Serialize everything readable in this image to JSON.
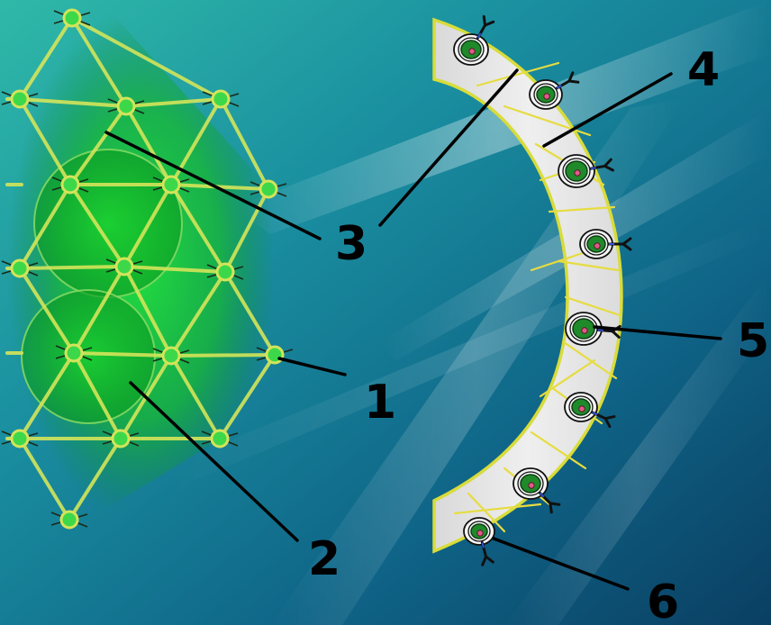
{
  "callouts": {
    "1": "1",
    "2": "2",
    "3": "3",
    "4": "4",
    "5": "5",
    "6": "6"
  },
  "colors": {
    "background_light": "#3fc9b0",
    "background_dark": "#0b4a6a",
    "lattice_strut": "#d4e45a",
    "lattice_glow": "#1fd23a",
    "band_fill": "#e6e6e6",
    "band_edge": "#d8dc3a",
    "cell_body": "#1f8a2a",
    "cell_nucleus": "#e05a8a",
    "receptor": "#111111",
    "receptor_tip": "#2f4fd0",
    "leader_line": "#000000"
  }
}
